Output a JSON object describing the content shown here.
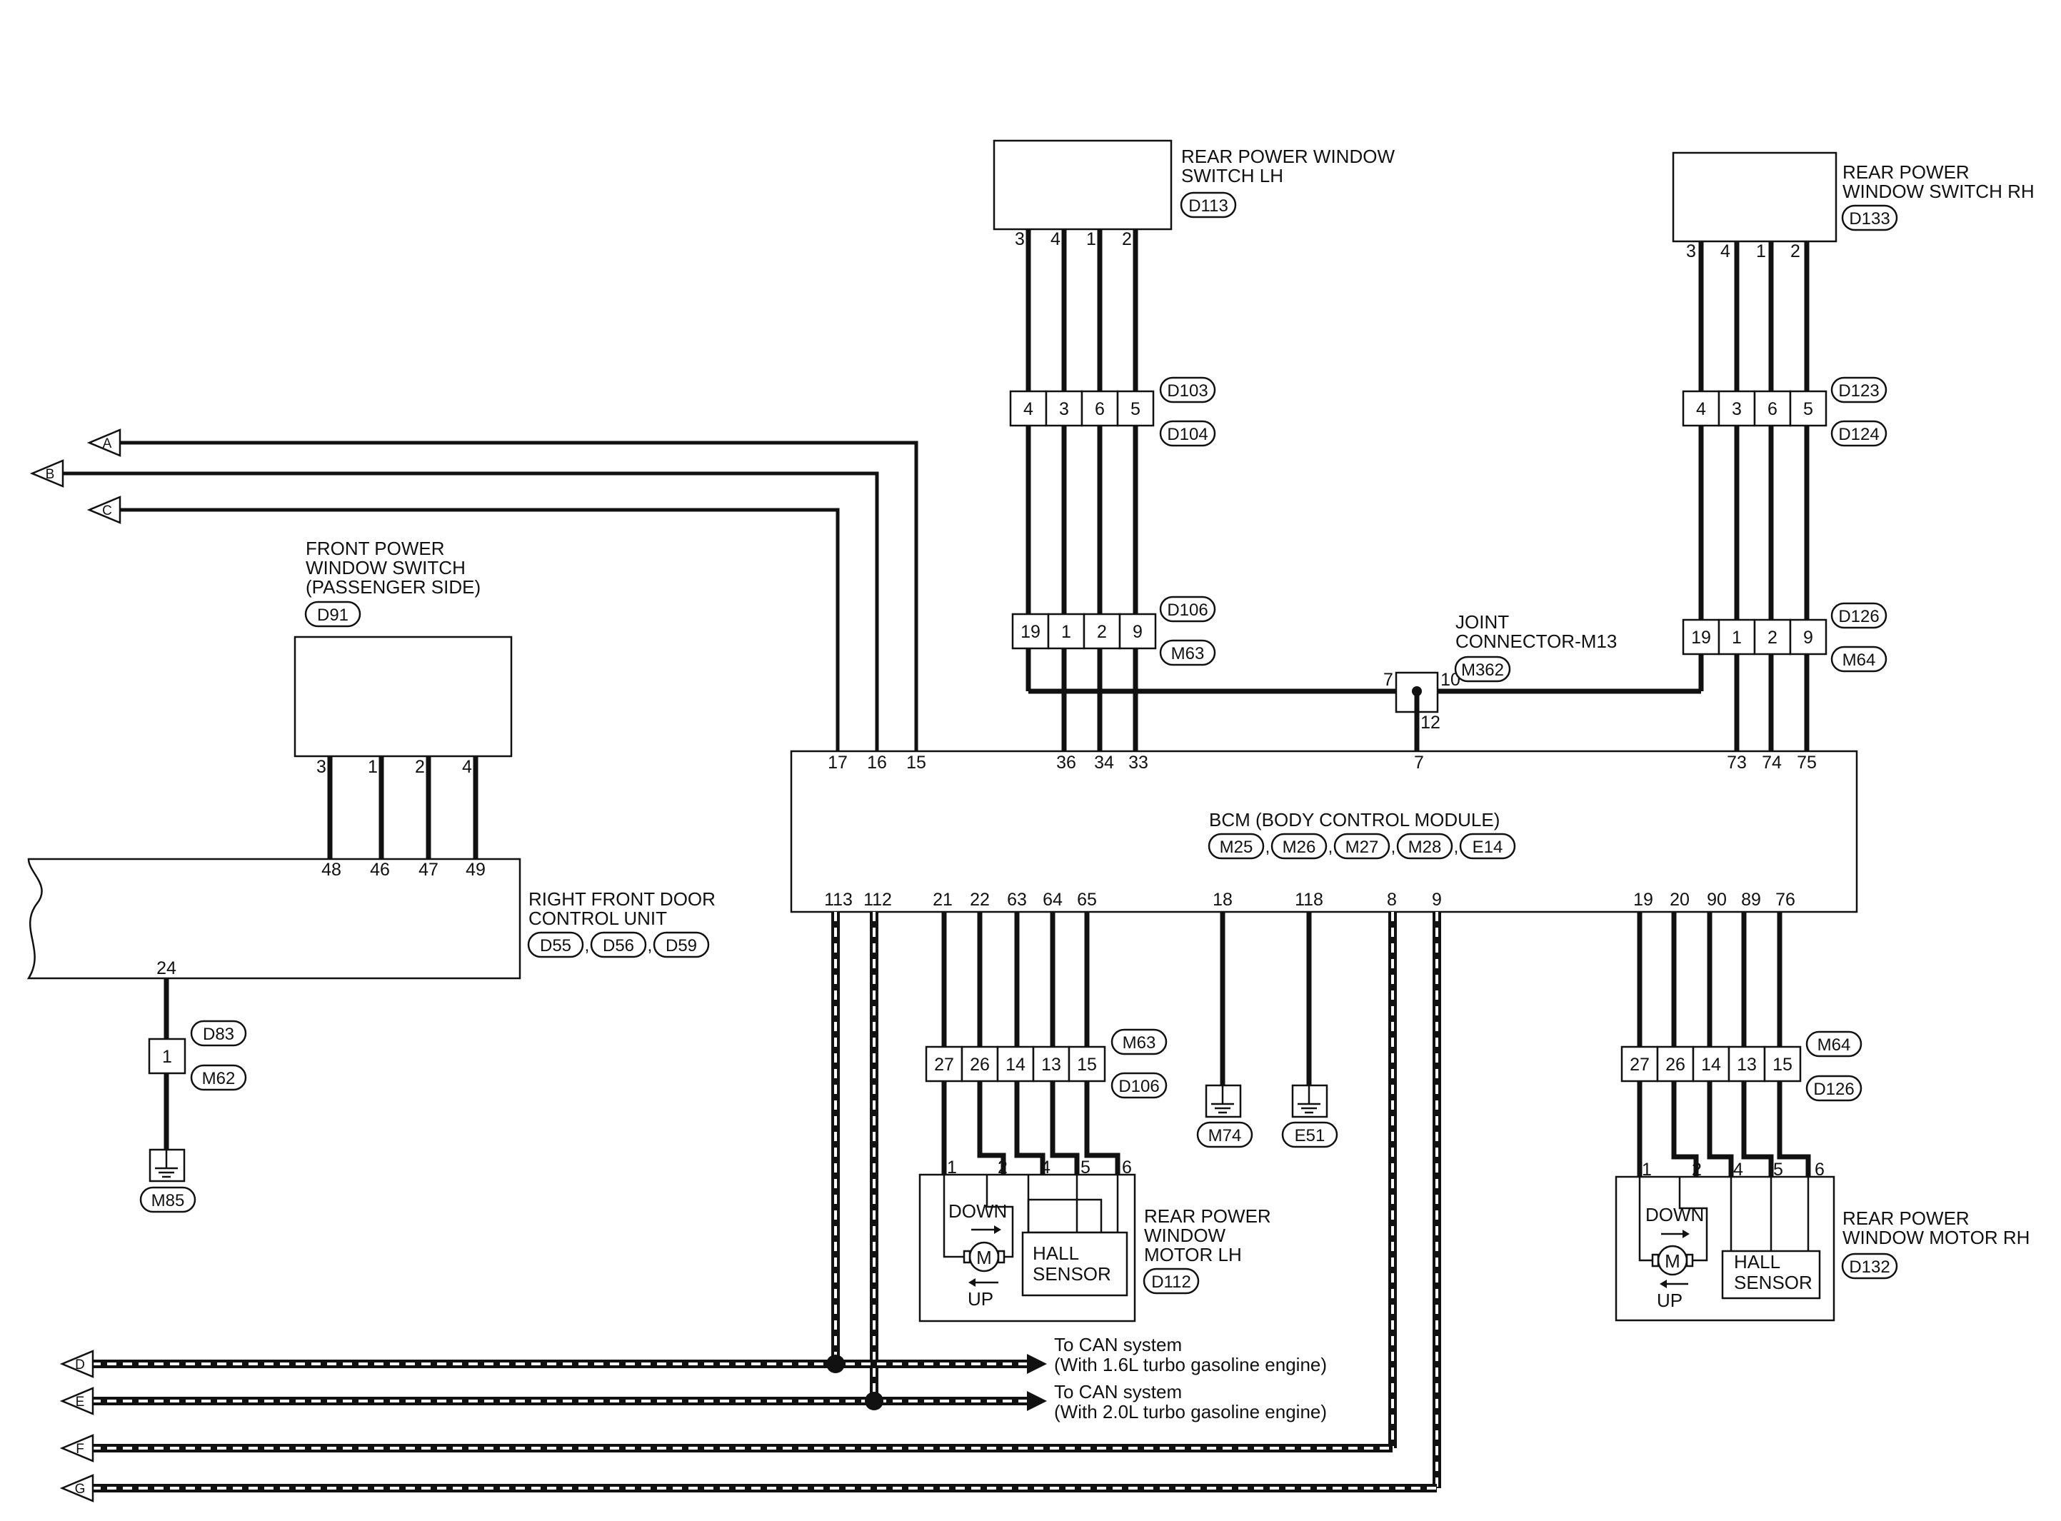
{
  "components": {
    "rear_switch_lh": {
      "name_lines": [
        "REAR POWER WINDOW",
        "SWITCH LH"
      ],
      "connector": "D113",
      "pins": [
        "3",
        "4",
        "1",
        "2"
      ]
    },
    "rear_switch_rh": {
      "name_lines": [
        "REAR POWER",
        "WINDOW SWITCH RH"
      ],
      "connector": "D133",
      "pins": [
        "3",
        "4",
        "1",
        "2"
      ]
    },
    "front_switch": {
      "name_lines": [
        "FRONT POWER",
        "WINDOW SWITCH",
        "(PASSENGER SIDE)"
      ],
      "connector": "D91",
      "pins": [
        "3",
        "1",
        "2",
        "4"
      ]
    },
    "door_control_unit": {
      "name_lines": [
        "RIGHT FRONT DOOR",
        "CONTROL UNIT"
      ],
      "connectors": [
        "D55",
        "D56",
        "D59"
      ],
      "sep": ",",
      "pins": [
        "48",
        "46",
        "47",
        "49"
      ],
      "pin_bottom": "24"
    },
    "bcm": {
      "name": "BCM (BODY CONTROL MODULE)",
      "connectors": [
        "M25",
        "M26",
        "M27",
        "M28",
        "E14"
      ],
      "sep": ",",
      "top_pins": [
        "17",
        "16",
        "15",
        "36",
        "34",
        "33",
        "7",
        "73",
        "74",
        "75"
      ],
      "bottom_pins": [
        "113",
        "112",
        "21",
        "22",
        "63",
        "64",
        "65",
        "18",
        "118",
        "8",
        "9",
        "19",
        "20",
        "90",
        "89",
        "76"
      ]
    },
    "joint_connector": {
      "name_lines": [
        "JOINT",
        "CONNECTOR-M13"
      ],
      "connector": "M362",
      "pins": [
        "7",
        "10",
        "12"
      ]
    },
    "motor_lh": {
      "name_lines": [
        "REAR POWER",
        "WINDOW",
        "MOTOR LH"
      ],
      "connector": "D112",
      "pins": [
        "1",
        "2",
        "4",
        "5",
        "6"
      ]
    },
    "motor_rh": {
      "name_lines": [
        "REAR POWER",
        "WINDOW MOTOR RH"
      ],
      "connector": "D132",
      "pins": [
        "1",
        "2",
        "4",
        "5",
        "6"
      ]
    },
    "motor_labels": {
      "down": "DOWN",
      "up": "UP",
      "motor_symbol": "M",
      "hall_lines": [
        "HALL",
        "SENSOR"
      ]
    }
  },
  "inline_connectors": {
    "lh_upper": {
      "tags": [
        "D103",
        "D104"
      ],
      "pins": [
        "4",
        "3",
        "6",
        "5"
      ]
    },
    "lh_lower": {
      "tags": [
        "D106",
        "M63"
      ],
      "pins": [
        "19",
        "1",
        "2",
        "9"
      ]
    },
    "rh_upper": {
      "tags": [
        "D123",
        "D124"
      ],
      "pins": [
        "4",
        "3",
        "6",
        "5"
      ]
    },
    "rh_lower": {
      "tags": [
        "D126",
        "M64"
      ],
      "pins": [
        "19",
        "1",
        "2",
        "9"
      ]
    },
    "lh_motor": {
      "tags": [
        "M63",
        "D106"
      ],
      "pins": [
        "27",
        "26",
        "14",
        "13",
        "15"
      ]
    },
    "rh_motor": {
      "tags": [
        "M64",
        "D126"
      ],
      "pins": [
        "27",
        "26",
        "14",
        "13",
        "15"
      ]
    },
    "ground_inline": {
      "tags": [
        "D83",
        "M62"
      ],
      "pins": [
        "1"
      ]
    }
  },
  "grounds": [
    "M85",
    "M74",
    "E51"
  ],
  "offpage_refs": [
    "A",
    "B",
    "C",
    "D",
    "E",
    "F",
    "G"
  ],
  "can_notes": [
    {
      "line1": "To CAN system",
      "line2": "(With 1.6L turbo gasoline engine)"
    },
    {
      "line1": "To CAN system",
      "line2": "(With 2.0L turbo gasoline engine)"
    }
  ]
}
